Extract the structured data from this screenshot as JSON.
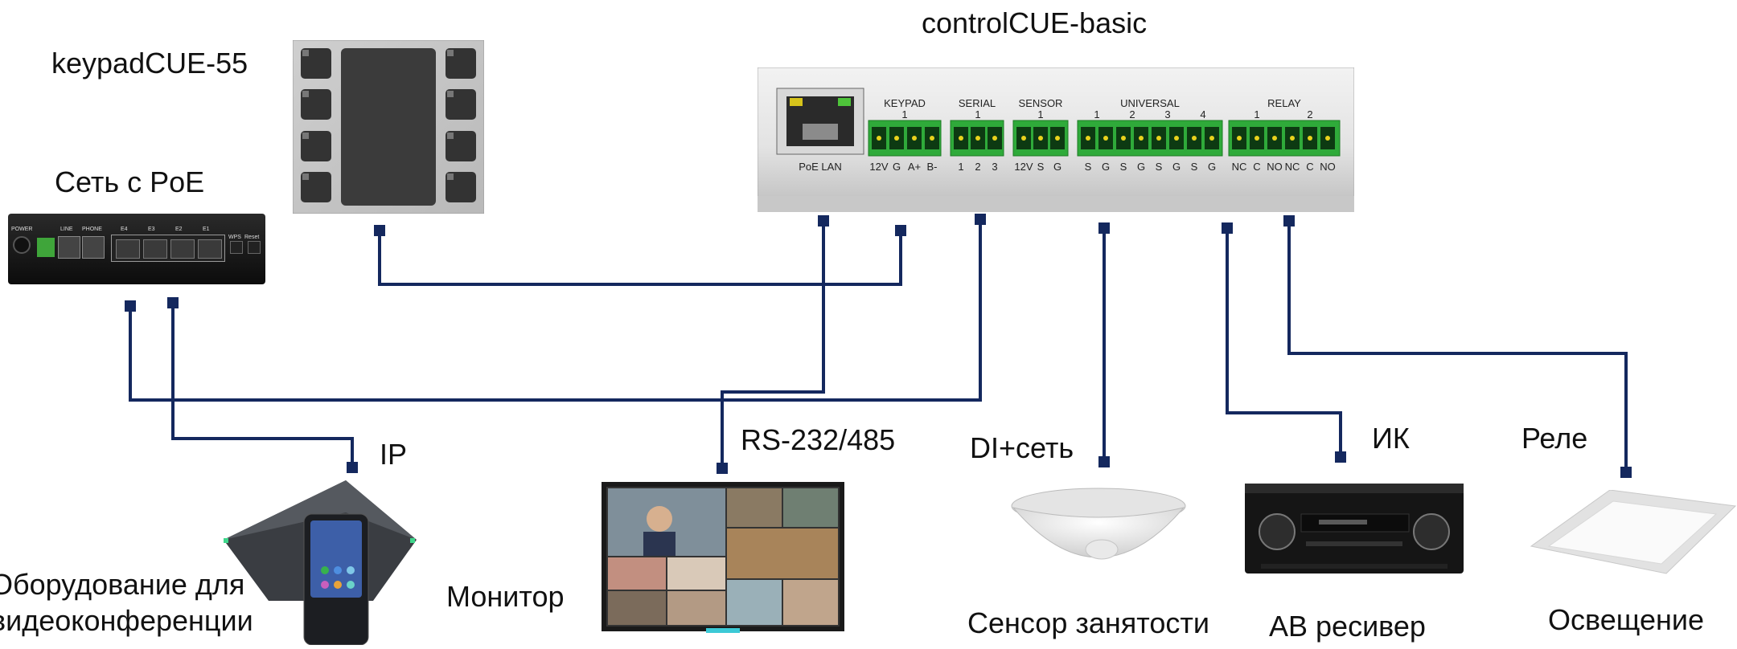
{
  "labels": {
    "controller": "controlCUE-basic",
    "keypad": "keypadCUE-55",
    "network": "Сеть с PoE",
    "ip": "IP",
    "rs": "RS-232/485",
    "di": "DI+сеть",
    "ir": "ИК",
    "relay": "Реле",
    "conf_line1": "Оборудование для",
    "conf_line2": "видеоконференции",
    "monitor": "Монитор",
    "sensor": "Сенсор занятости",
    "receiver": "АВ ресивер",
    "lighting": "Освещение"
  },
  "controller_panel": {
    "groups": {
      "keypad": "KEYPAD",
      "serial": "SERIAL",
      "sensor": "SENSOR",
      "universal": "UNIVERSAL",
      "relay": "RELAY"
    },
    "group_numbers": {
      "keypad": [
        "1"
      ],
      "serial": [
        "1"
      ],
      "sensor": [
        "1"
      ],
      "universal": [
        "1",
        "2",
        "3",
        "4"
      ],
      "relay": [
        "1",
        "2"
      ]
    },
    "lan": "PoE LAN",
    "pins": {
      "keypad": [
        "12V",
        "G",
        "A+",
        "B-"
      ],
      "serial": [
        "1",
        "2",
        "3"
      ],
      "sensor": [
        "12V",
        "S",
        "G"
      ],
      "universal": [
        "S",
        "G",
        "S",
        "G",
        "S",
        "G",
        "S",
        "G"
      ],
      "relay": [
        "NC",
        "C",
        "NO",
        "NC",
        "C",
        "NO"
      ]
    }
  },
  "router_panel": {
    "power": "POWER",
    "line": "LINE",
    "phone": "PHONE",
    "ports": [
      "E4",
      "E3",
      "E2",
      "E1"
    ],
    "wps": "WPS",
    "reset": "Reset"
  },
  "colors": {
    "wire": "#14285e",
    "terminal_green": "#2faa3a",
    "panel": "#e9e9e9"
  }
}
